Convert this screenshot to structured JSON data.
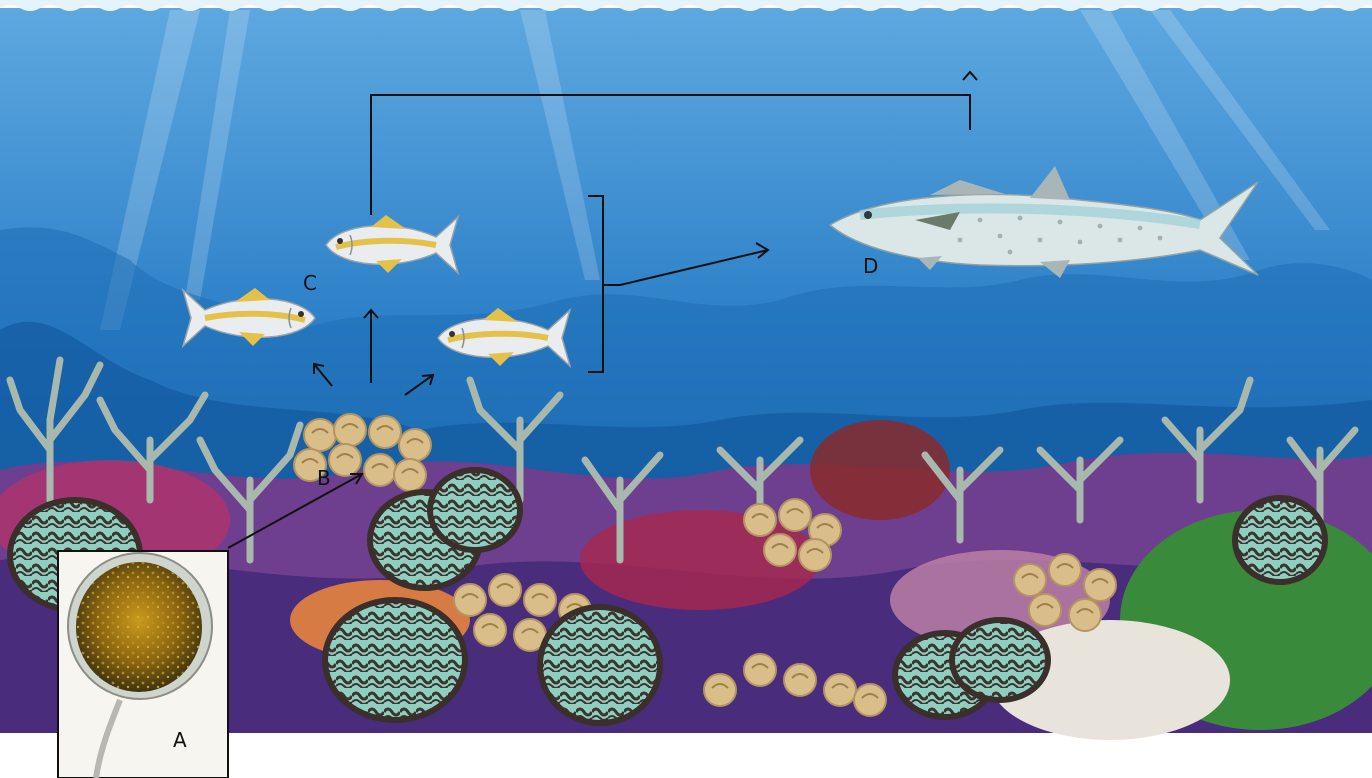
{
  "labels": {
    "a": "A",
    "b": "B",
    "c": "C",
    "d": "D"
  },
  "colors": {
    "water_top": "#6bb3e6",
    "water_bottom": "#0d5ea6",
    "brain_coral_dark": "#4a3b33",
    "brain_coral_light": "#8fcfc0",
    "plate_coral": "#d9be8a",
    "branch_coral": "#a8b8ad",
    "jack_fish_stripe": "#e4c24a",
    "mackerel_body": "#d8e6e4",
    "arrow": "#111111"
  },
  "icons": {
    "a": "zooxanthella-cell",
    "b": "plate-coral-colony",
    "c": "jack-fish",
    "d": "mackerel-fish"
  }
}
